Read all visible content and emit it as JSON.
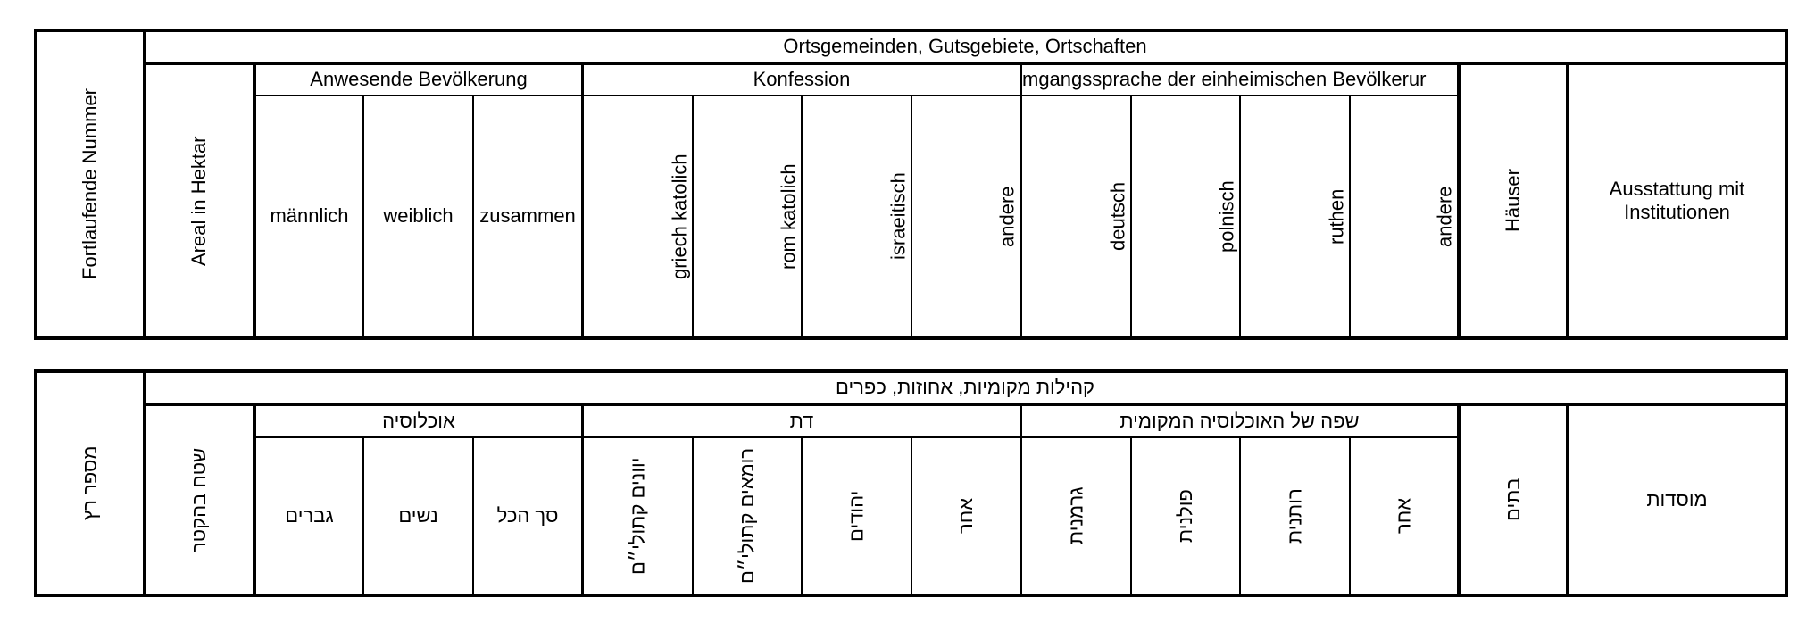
{
  "german": {
    "title": "Ortsgemeinden, Gutsgebiete, Ortschaften",
    "col_number": "Fortlaufende Nummer",
    "col_area": "Areal in Hektar",
    "group_population": "Anwesende Bevölkerung",
    "pop_male": "männlich",
    "pop_female": "weiblich",
    "pop_total": "zusammen",
    "group_confession": "Konfession",
    "conf_greek": "griech katolich",
    "conf_roman": "rom katolich",
    "conf_jewish": "israeitisch",
    "conf_other": "andere",
    "group_language": "mgangssprache der einheimischen Bevölkerur",
    "lang_german": "deutsch",
    "lang_polish": "polnisch",
    "lang_ruthen": "ruthen",
    "lang_other": "andere",
    "col_houses": "Häuser",
    "col_institutions": "Ausstattung mit Institutionen"
  },
  "hebrew": {
    "title": "קהילות מקומיות, אחוזות, כפרים",
    "col_number": "מספר רץ",
    "col_area": "שטח בהקטר",
    "group_population": "אוכלוסיה",
    "pop_male": "גברים",
    "pop_female": "נשים",
    "pop_total": "סך הכל",
    "group_confession": "דת",
    "conf_greek": "יוונים קתולי״ם",
    "conf_roman": "רומאים קתולי״ם",
    "conf_jewish": "יהודים",
    "conf_other": "אחר",
    "group_language": "שפה של האוכלוסיה המקומית",
    "lang_german": "גרמנית",
    "lang_polish": "פולנית",
    "lang_ruthen": "רותנית",
    "lang_other": "אחר",
    "col_houses": "בתים",
    "col_institutions": "מוסדות"
  }
}
